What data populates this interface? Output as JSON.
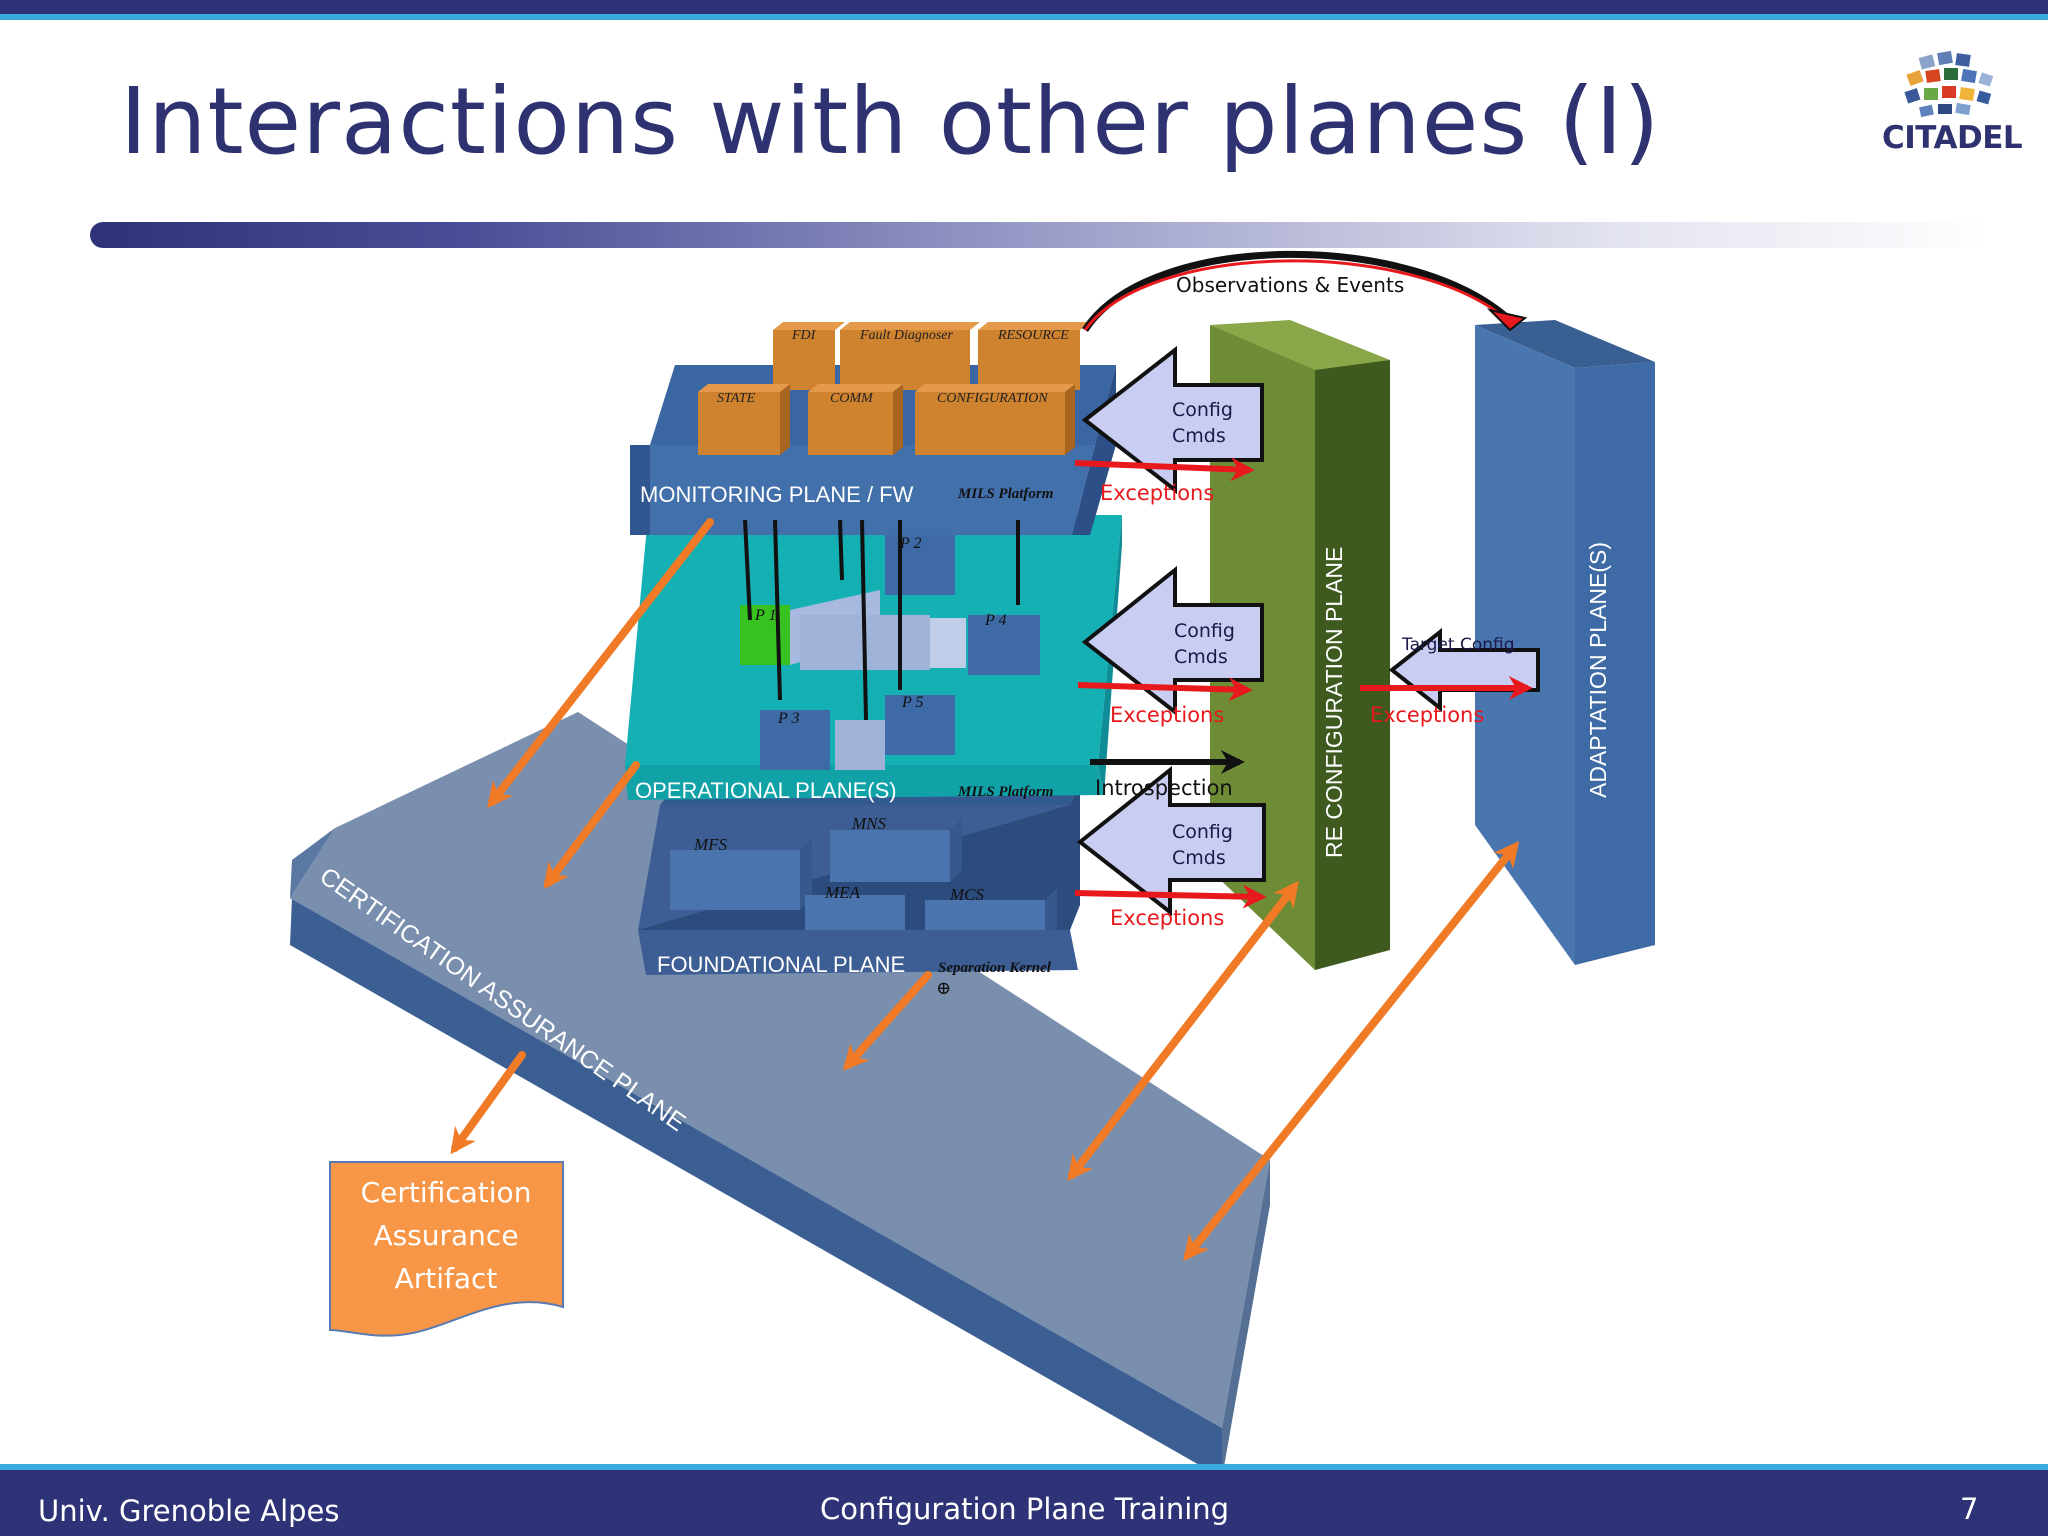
{
  "slide": {
    "title": "Interactions with other planes (I)",
    "logo_text": "CITADEL"
  },
  "footer": {
    "left": "Univ. Grenoble Alpes",
    "center": "Configuration Plane Training",
    "page_number": "7"
  },
  "diagram": {
    "monitoring": {
      "label": "MONITORING PLANE / FW",
      "platform": "MILS Platform",
      "modules_top": [
        "FDI",
        "Fault Diagnoser",
        "RESOURCE"
      ],
      "modules_bottom": [
        "STATE",
        "COMM",
        "CONFIGURATION"
      ]
    },
    "operational": {
      "label": "OPERATIONAL PLANE(S)",
      "platform": "MILS Platform",
      "partitions": [
        "P 1",
        "P 2",
        "P 3",
        "P 4",
        "P 5"
      ]
    },
    "foundational": {
      "label": "FOUNDATIONAL PLANE",
      "kernel": "Separation Kernel",
      "modules": [
        "MFS",
        "MNS",
        "MEA",
        "MCS"
      ]
    },
    "certification_plane_label": "CERTIFICATION ASSURANCE PLANE",
    "reconfiguration_plane_label": "RE CONFIGURATION PLANE",
    "adaptation_plane_label": "ADAPTATION PLANE(S)",
    "observations_label": "Observations & Events",
    "config_cmds": [
      {
        "line1": "Config",
        "line2": "Cmds"
      },
      {
        "line1": "Config",
        "line2": "Cmds"
      },
      {
        "line1": "Config",
        "line2": "Cmds"
      }
    ],
    "exceptions_labels": [
      "Exceptions",
      "Exceptions",
      "Exceptions",
      "Exceptions"
    ],
    "introspection_label": "Introspection",
    "target_config_label": "Target Config",
    "artifact": {
      "line1": "Certification",
      "line2": "Assurance",
      "line3": "Artifact"
    },
    "colors": {
      "monitoring_plane": "#3e6aa6",
      "operational_plane": "#1fb3b8",
      "reconfig_plane": "#6b8a35",
      "adaptation_plane": "#4a76b0",
      "certification_plane": "#7087a8",
      "orange_arrow": "#f07a26",
      "exception_arrow": "#e8191c",
      "config_arrow_fill": "#c9cdf2",
      "artifact_fill": "#f79646"
    }
  }
}
